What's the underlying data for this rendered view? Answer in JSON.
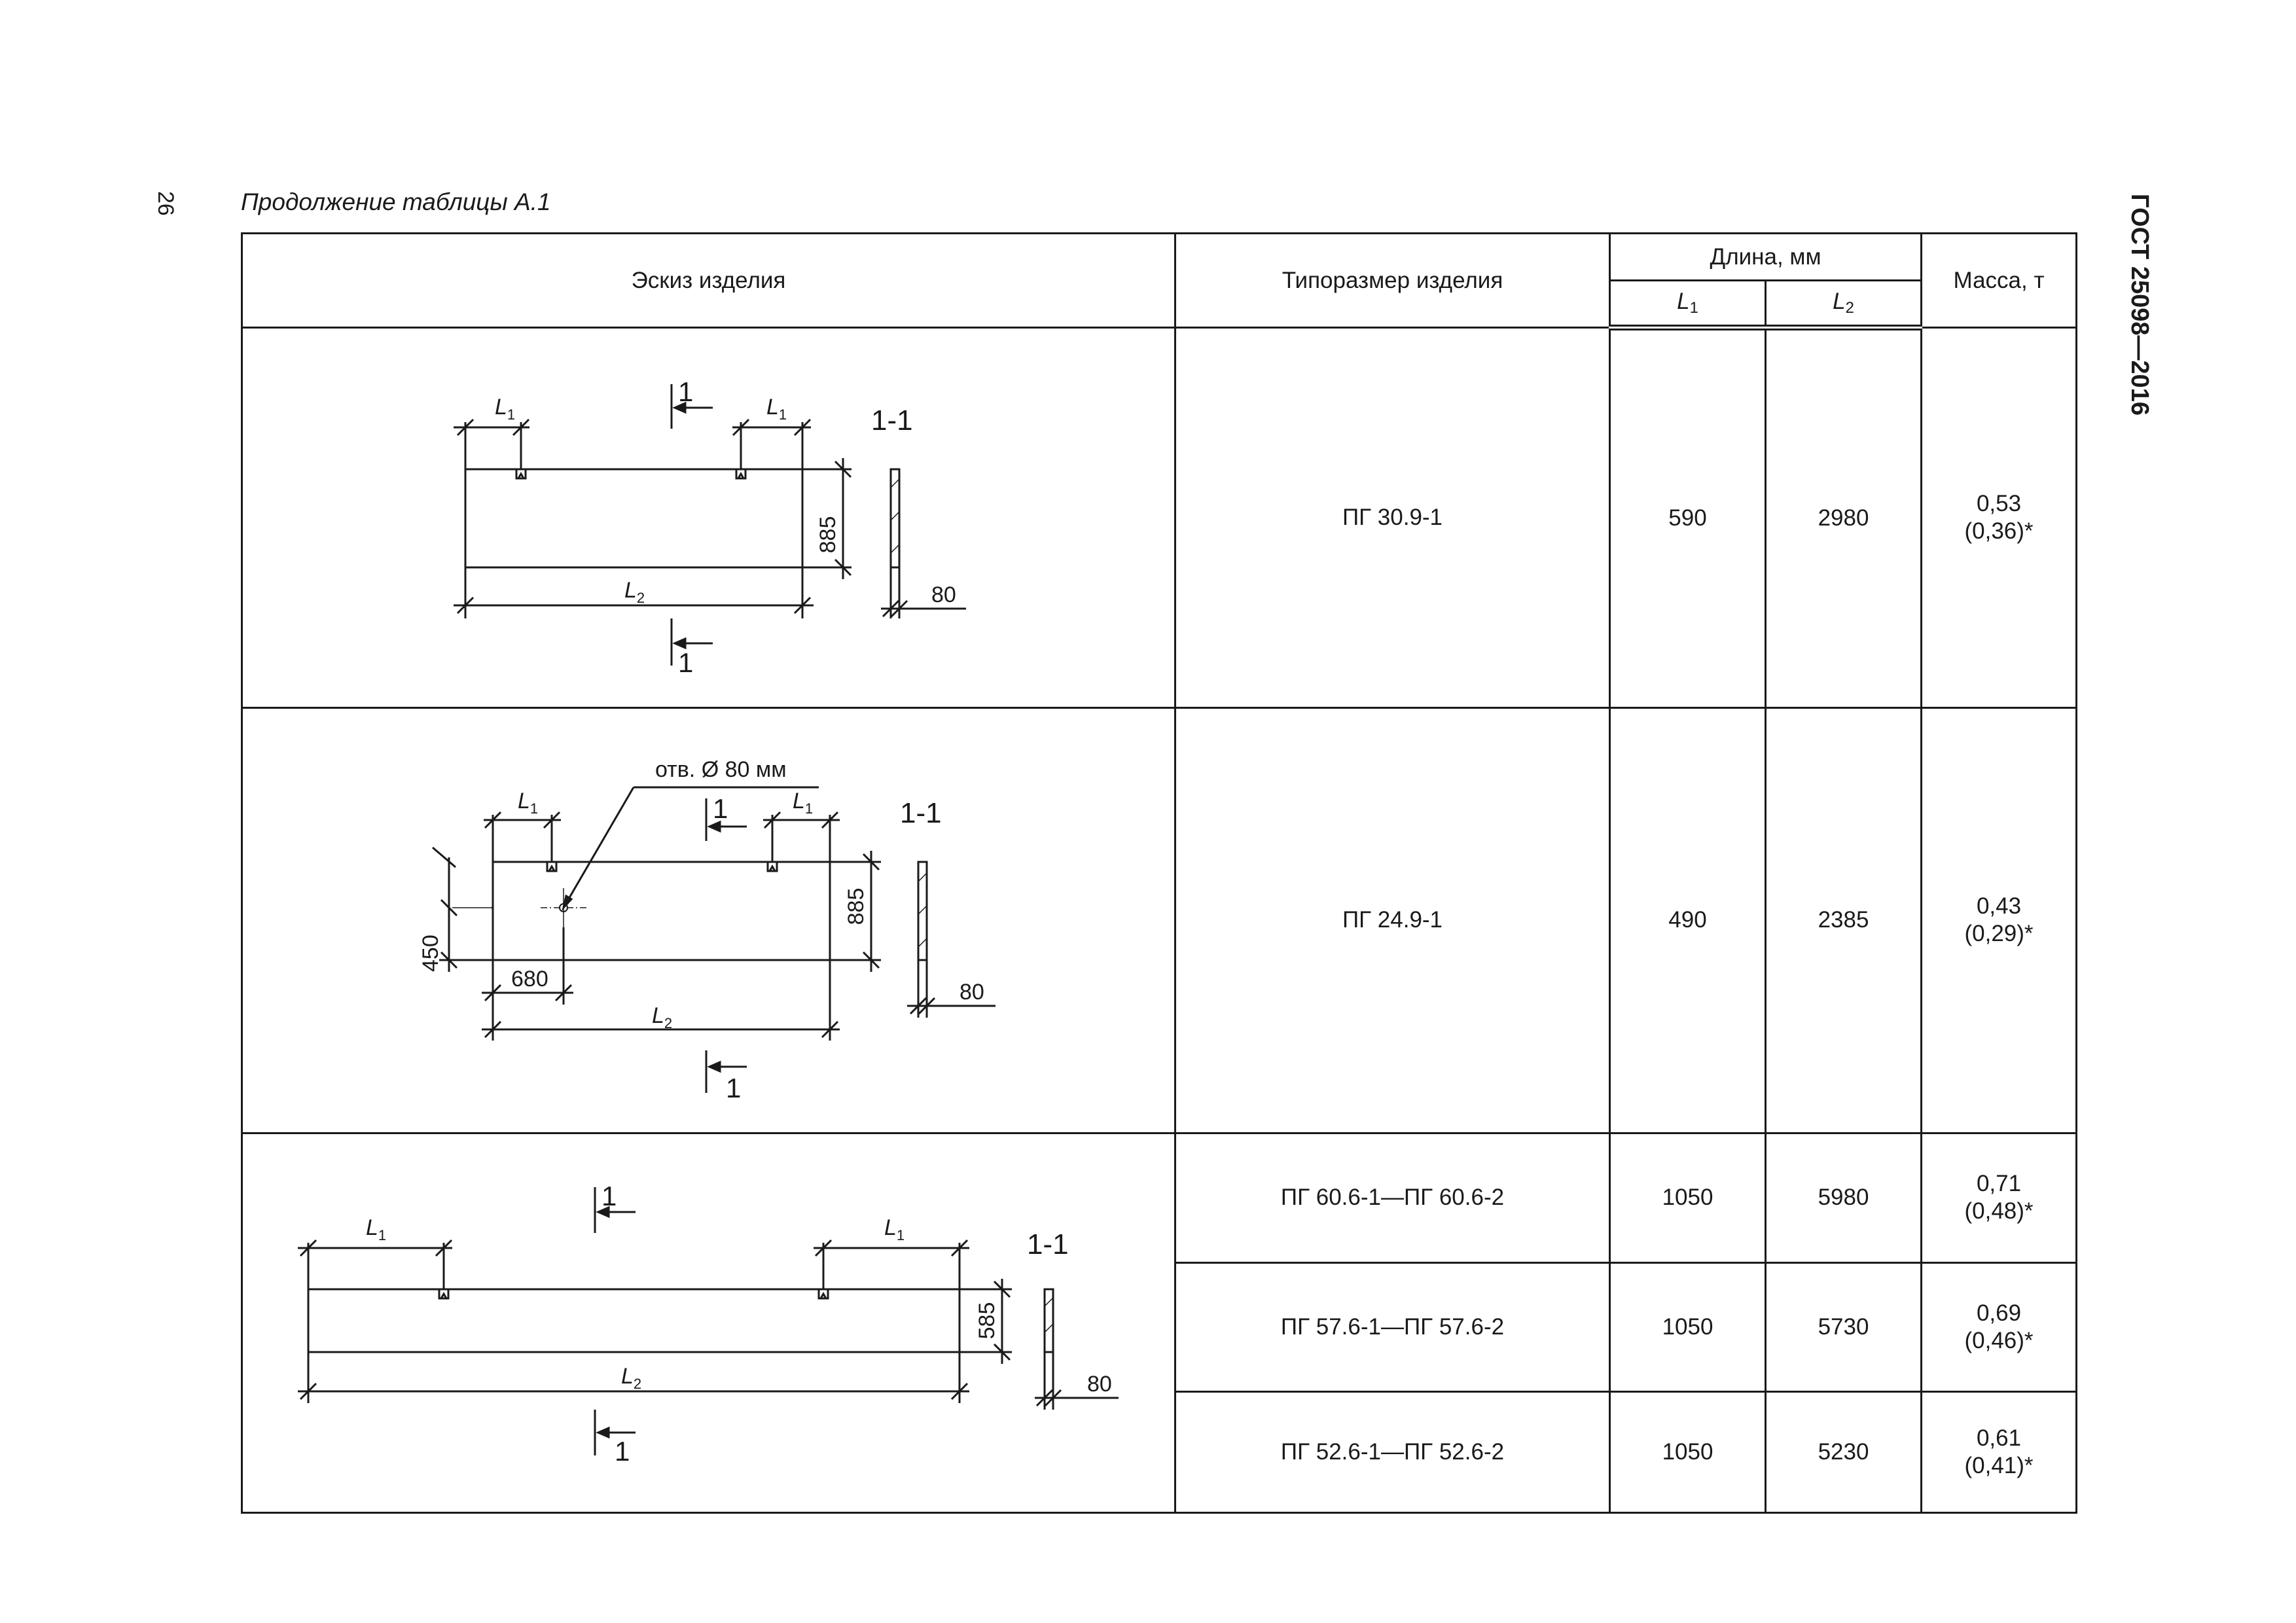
{
  "page_number": "26",
  "caption": "Продолжение таблицы А.1",
  "doc_code": "ГОСТ 25098—2016",
  "header": {
    "sketch": "Эскиз изделия",
    "size": "Типоразмер изделия",
    "length": "Длина, мм",
    "l1_letter": "L",
    "l1_sub": "1",
    "l2_letter": "L",
    "l2_sub": "2",
    "mass": "Масса, т"
  },
  "sketch_labels": {
    "section": "1-1",
    "cut": "1",
    "l_letter": "L",
    "l1_sub": "1",
    "l2_sub": "2",
    "thickness": "80",
    "height_a": "885",
    "height_b": "885",
    "height_c": "585",
    "hole": "отв. Ø 80 мм",
    "hole_height": "450",
    "hole_offset": "680"
  },
  "rows": [
    {
      "size": "ПГ 30.9-1",
      "l1": "590",
      "l2": "2980",
      "mass": "0,53",
      "mass_alt": "(0,36)*"
    },
    {
      "size": "ПГ 24.9-1",
      "l1": "490",
      "l2": "2385",
      "mass": "0,43",
      "mass_alt": "(0,29)*"
    },
    {
      "size": "ПГ 60.6-1—ПГ 60.6-2",
      "l1": "1050",
      "l2": "5980",
      "mass": "0,71",
      "mass_alt": "(0,48)*"
    },
    {
      "size": "ПГ 57.6-1—ПГ 57.6-2",
      "l1": "1050",
      "l2": "5730",
      "mass": "0,69",
      "mass_alt": "(0,46)*"
    },
    {
      "size": "ПГ 52.6-1—ПГ 52.6-2",
      "l1": "1050",
      "l2": "5230",
      "mass": "0,61",
      "mass_alt": "(0,41)*"
    }
  ]
}
